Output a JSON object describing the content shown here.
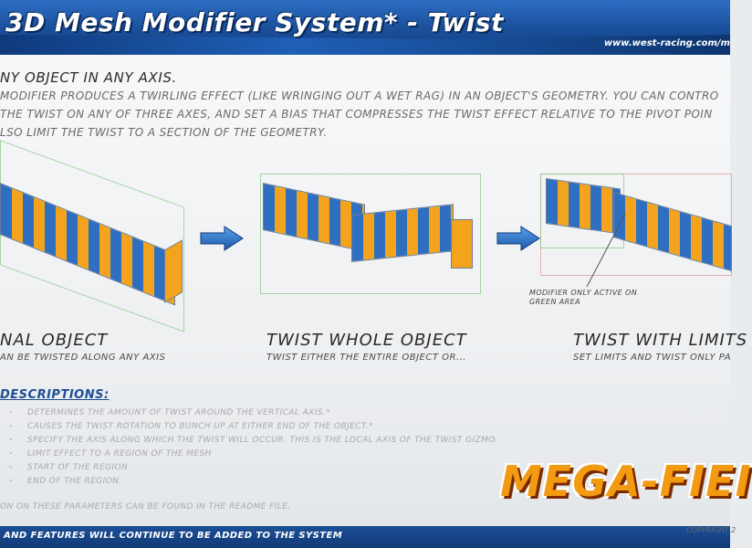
{
  "header": {
    "title": "3D Mesh Modifier System* - Twist",
    "url": "www.west-racing.com/m"
  },
  "intro": {
    "heading": "ny object in any axis.",
    "lines": [
      "modifier produces a twirling effect (like wringing out a wet rag) in an object's geometry. You can contro",
      "the twist on any of three axes, and set a bias that compresses the twist effect relative to the pivot poin",
      "lso limit the twist to a section of the geometry."
    ]
  },
  "panels": [
    {
      "title": "nal object",
      "subtitle": "an be twisted along any axis"
    },
    {
      "title": "Twist whole object",
      "subtitle": "Twist either the entire object or..."
    },
    {
      "title": "Twist with limits",
      "subtitle": "Set limits and twist only pa"
    }
  ],
  "annotation": {
    "line1": "Modifier only active on",
    "line2": "green area"
  },
  "descriptions": {
    "heading": "descriptions:",
    "dash": "-",
    "items": [
      "Determines the amount of twist around the vertical axis.*",
      "Causes the twist rotation to bunch up at either end of the object.*",
      "Specify the axis along which the twist will occur. This is the local axis of the twist gizmo.",
      "Limit effect to a region of the mesh",
      "Start of the region",
      "End of the region."
    ],
    "footnote": "on on these parameters can be found in the readme file."
  },
  "logo": {
    "text": "MEGA-FIEI"
  },
  "footer": {
    "text": "and features will continue to be added to the system",
    "copyright": "Copyright 2"
  },
  "colors": {
    "header_blue": "#1a4f9a",
    "stripe_blue": "#2e6fc1",
    "stripe_orange": "#f3a31c",
    "heading_blue": "#1f4f94"
  }
}
